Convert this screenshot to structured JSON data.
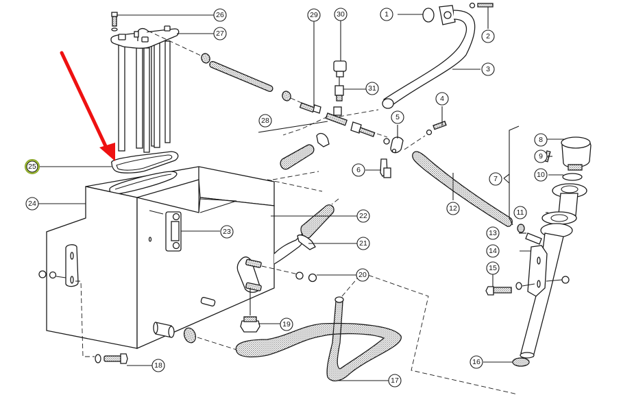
{
  "diagram": {
    "title": "",
    "type": "exploded-parts-diagram",
    "subject": "Fuel/hydraulic tank assembly with filler neck, hoses and sender unit",
    "highlight": {
      "part": "25",
      "color": "#a8c43a",
      "arrow_color": "#ee1111",
      "description": "Red arrow pointing to gasket (part 25) between sender plate and tank top"
    },
    "callouts": [
      {
        "id": "1",
        "label": "1",
        "part": "O-ring"
      },
      {
        "id": "2",
        "label": "2",
        "part": "Bolt with washer"
      },
      {
        "id": "3",
        "label": "3",
        "part": "Bent tube"
      },
      {
        "id": "4",
        "label": "4",
        "part": "Screw with washer"
      },
      {
        "id": "5",
        "label": "5",
        "part": "Clamp"
      },
      {
        "id": "6",
        "label": "6",
        "part": "Clip"
      },
      {
        "id": "7",
        "label": "7",
        "part": "Filler neck assembly (8-11)"
      },
      {
        "id": "8",
        "label": "8",
        "part": "Filler cap"
      },
      {
        "id": "9",
        "label": "9",
        "part": "Screw"
      },
      {
        "id": "10",
        "label": "10",
        "part": "O-ring"
      },
      {
        "id": "11",
        "label": "11",
        "part": "Gasket"
      },
      {
        "id": "12",
        "label": "12",
        "part": "Hose"
      },
      {
        "id": "13",
        "label": "13",
        "part": "Hose clamp"
      },
      {
        "id": "14",
        "label": "14",
        "part": "Filler tube with bracket"
      },
      {
        "id": "15",
        "label": "15",
        "part": "Bolt, washer, nut"
      },
      {
        "id": "16",
        "label": "16",
        "part": "Hose clamp"
      },
      {
        "id": "17",
        "label": "17",
        "part": "Hose"
      },
      {
        "id": "18",
        "label": "18",
        "part": "Bolt with washer"
      },
      {
        "id": "19",
        "label": "19",
        "part": "Drain plug"
      },
      {
        "id": "20",
        "label": "20",
        "part": "Washer and nut"
      },
      {
        "id": "21",
        "label": "21",
        "part": "Hose clamp"
      },
      {
        "id": "22",
        "label": "22",
        "part": "Hose"
      },
      {
        "id": "23",
        "label": "23",
        "part": "Sight gauge"
      },
      {
        "id": "24",
        "label": "24",
        "part": "Tank"
      },
      {
        "id": "25",
        "label": "25",
        "part": "Gasket",
        "highlighted": true
      },
      {
        "id": "26",
        "label": "26",
        "part": "Screw with washer"
      },
      {
        "id": "27",
        "label": "27",
        "part": "Sender unit / suction tube assembly"
      },
      {
        "id": "28",
        "label": "28",
        "part": "Tee fitting"
      },
      {
        "id": "29",
        "label": "29",
        "part": "Fitting"
      },
      {
        "id": "30",
        "label": "30",
        "part": "Breather cap"
      },
      {
        "id": "31",
        "label": "31",
        "part": "Adapter"
      }
    ]
  }
}
